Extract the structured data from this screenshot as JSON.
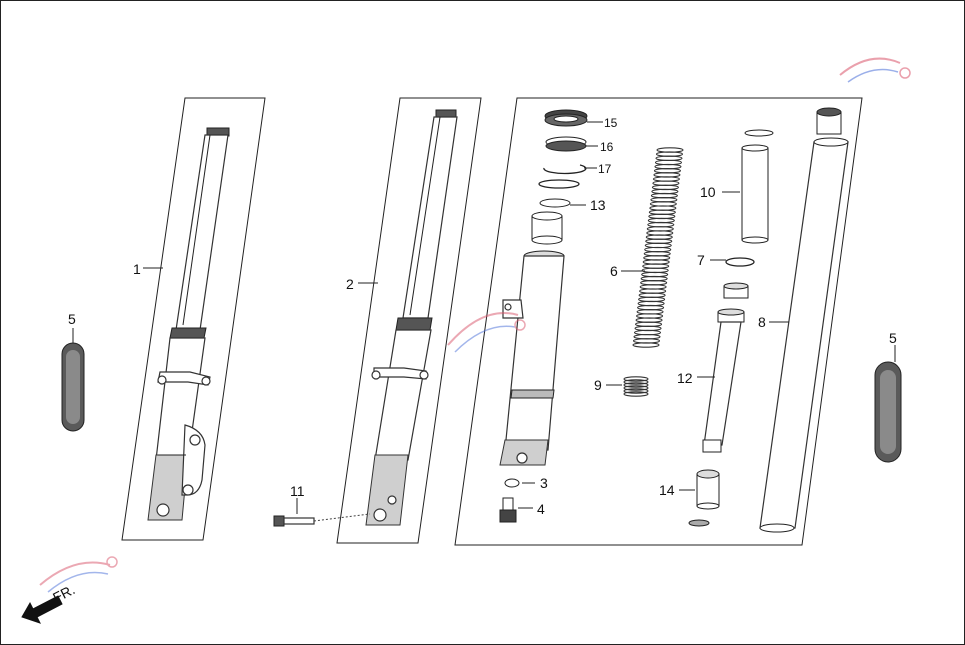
{
  "callouts": {
    "c1": "1",
    "c2": "2",
    "c3": "3",
    "c4": "4",
    "c5_left": "5",
    "c5_right": "5",
    "c6": "6",
    "c7": "7",
    "c8": "8",
    "c9": "9",
    "c10": "10",
    "c11": "11",
    "c12": "12",
    "c13": "13",
    "c14": "14",
    "c15": "15",
    "c16": "16",
    "c17": "17"
  },
  "direction": {
    "label": "FR."
  },
  "colors": {
    "line": "#222222",
    "part_fill": "#ffffff",
    "shade": "#555555",
    "watermark_red": "#d9536a",
    "watermark_blue": "#4a6fd8"
  }
}
